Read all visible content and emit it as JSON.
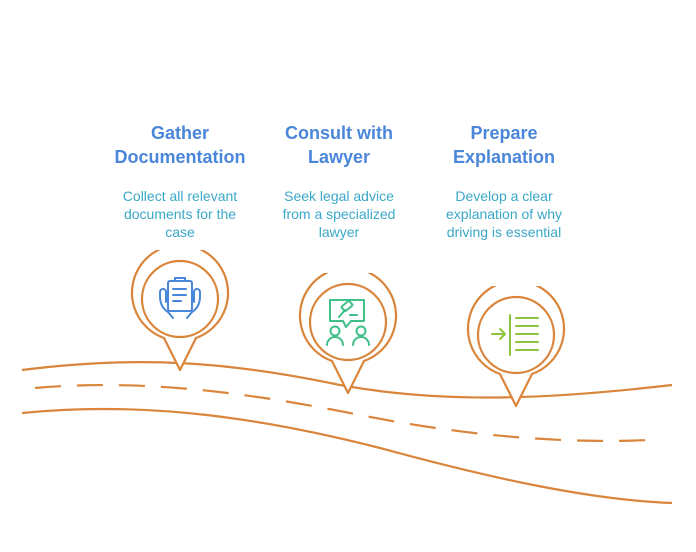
{
  "colors": {
    "title": "#4a86d9",
    "description": "#3aa8c8",
    "road": "#d9853b",
    "icon_gather": "#4a86d9",
    "icon_consult": "#3fbf8a",
    "icon_prepare": "#8cc63f"
  },
  "steps": [
    {
      "title_line1": "Gather",
      "title_line2": "Documentation",
      "desc_line1": "Collect all relevant",
      "desc_line2": "documents for the",
      "desc_line3": "case",
      "icon": "document-hands-icon"
    },
    {
      "title_line1": "Consult with",
      "title_line2": "Lawyer",
      "desc_line1": "Seek legal advice",
      "desc_line2": "from a specialized",
      "desc_line3": "lawyer",
      "icon": "gavel-consultation-icon"
    },
    {
      "title_line1": "Prepare",
      "title_line2": "Explanation",
      "desc_line1": "Develop a clear",
      "desc_line2": "explanation of why",
      "desc_line3": "driving is essential",
      "icon": "indent-lines-icon"
    }
  ]
}
